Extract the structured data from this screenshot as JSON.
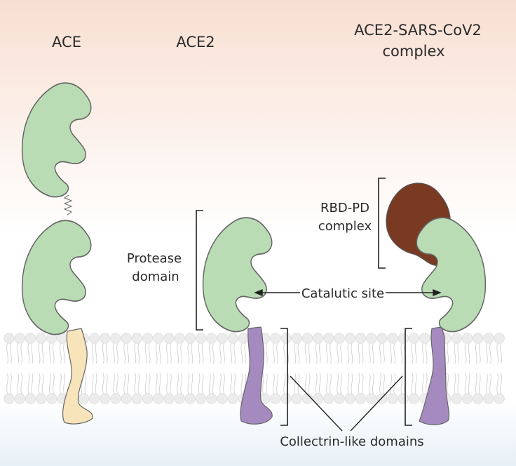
{
  "titles": {
    "ace": "ACE",
    "ace2": "ACE2",
    "complex_line1": "ACE2-SARS-CoV2",
    "complex_line2": "complex"
  },
  "labels": {
    "protease_line1": "Protease",
    "protease_line2": "domain",
    "rbd_line1": "RBD-PD",
    "rbd_line2": "complex",
    "catalytic_site": "Catalutic site",
    "collectrin": "Collectrin-like domains"
  },
  "colors": {
    "protease_green": "#b9dcb4",
    "ace_tail": "#f8e4bb",
    "collectrin_purple": "#a58ac0",
    "rbd_brown": "#7a3a22",
    "background_top": "#f8dfd2",
    "background_bottom": "#e7f0f6",
    "membrane_head": "#ececec"
  }
}
